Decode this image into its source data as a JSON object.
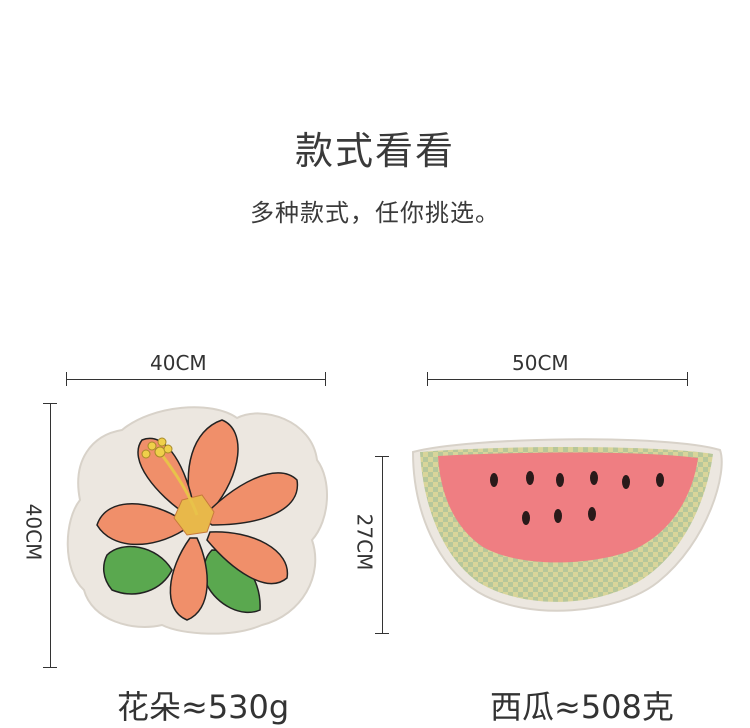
{
  "header": {
    "title": "款式看看",
    "subtitle": "多种款式，任你挑选。"
  },
  "products": [
    {
      "name": "花朵≈530g",
      "width_label": "40CM",
      "height_label": "40CM",
      "icon": "hibiscus-flower-pillow"
    },
    {
      "name": "西瓜≈508克",
      "width_label": "50CM",
      "height_label": "27CM",
      "icon": "watermelon-slice-pillow"
    }
  ],
  "colors": {
    "linen": "#ece7e0",
    "petal": "#f08f6a",
    "leaf": "#5aa84f",
    "watermelon_flesh": "#ef7e82",
    "rind_green": "#b7c79a",
    "rind_yellow": "#d9d59a"
  }
}
